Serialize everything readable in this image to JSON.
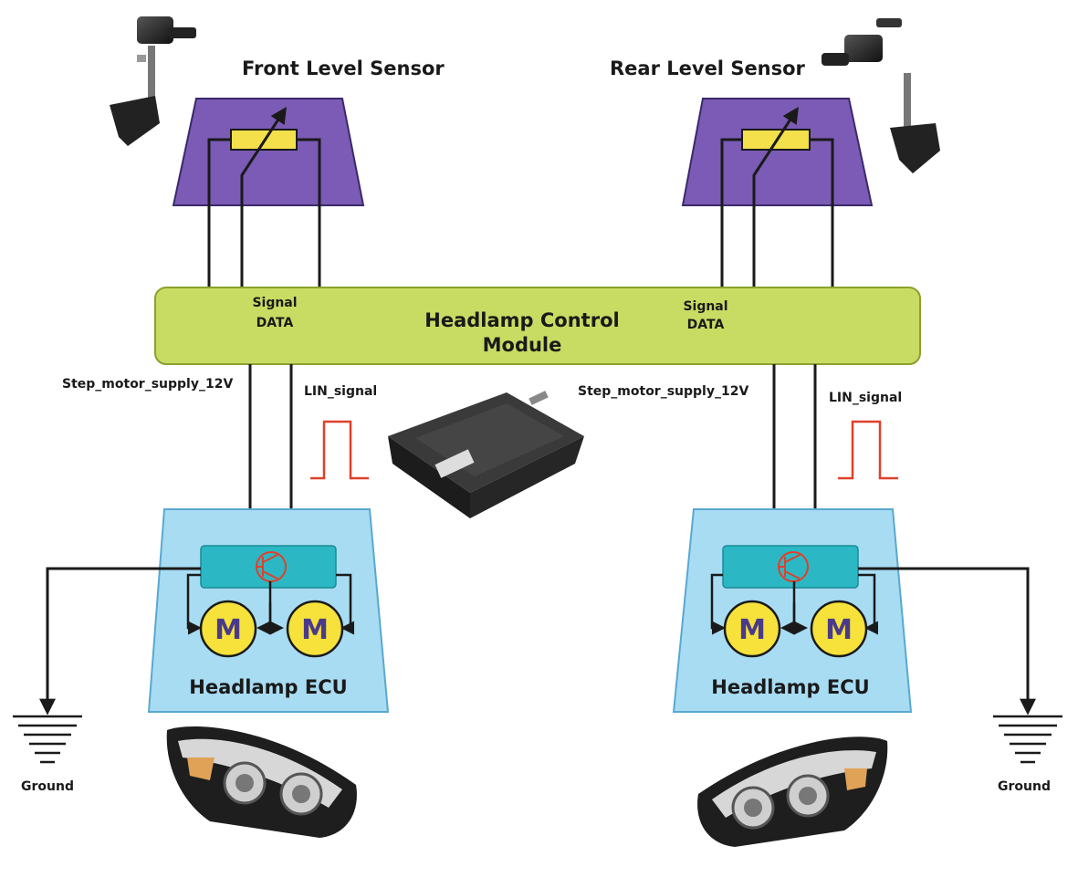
{
  "front_sensor": {
    "title": "Front Level Sensor"
  },
  "rear_sensor": {
    "title": "Rear Level Sensor"
  },
  "control_module": {
    "title_line1": "Headlamp Control",
    "title_line2": "Module",
    "left_signal": "Signal",
    "left_data": "DATA",
    "right_signal": "Signal",
    "right_data": "DATA"
  },
  "left_side": {
    "supply_label": "Step_motor_supply_12V",
    "lin_label": "LIN_signal",
    "ecu_label": "Headlamp ECU",
    "motor_1": "M",
    "motor_2": "M",
    "ground_label": "Ground"
  },
  "right_side": {
    "supply_label": "Step_motor_supply_12V",
    "lin_label": "LIN_signal",
    "ecu_label": "Headlamp ECU",
    "motor_1": "M",
    "motor_2": "M",
    "ground_label": "Ground"
  },
  "colors": {
    "sensor_fill": "#7b5bb5",
    "module_fill": "#c8dc63",
    "ecu_fill": "#a8dcf3",
    "driver_fill": "#2bb8c4",
    "motor_fill": "#f6e23a",
    "pulse": "#e0402a",
    "resistor": "#f3e04a"
  }
}
